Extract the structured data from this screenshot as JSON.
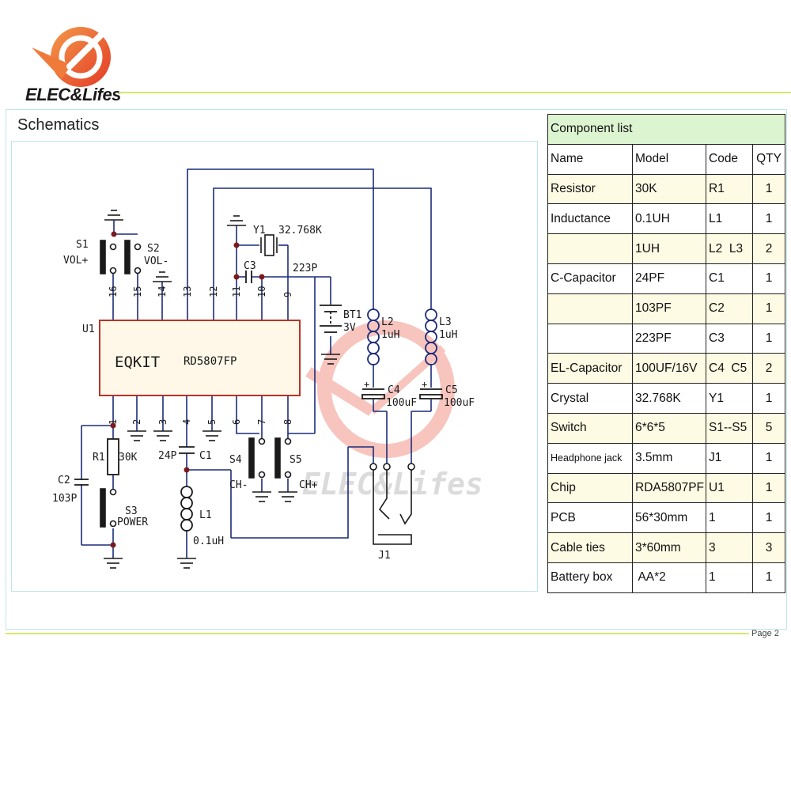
{
  "brand": {
    "name": "ELEC&Lifes",
    "watermark": "ELEC&Lifes"
  },
  "schematic": {
    "title": "Schematics",
    "chip": {
      "ref": "U1",
      "name": "EQKIT",
      "part": "RD5807FP"
    },
    "pins_top": [
      "16",
      "15",
      "14",
      "13",
      "12",
      "11",
      "10",
      "9"
    ],
    "pins_bottom": [
      "1",
      "2",
      "3",
      "4",
      "5",
      "6",
      "7",
      "8"
    ],
    "labels": {
      "s1": "S1",
      "vol_plus": "VOL+",
      "s2": "S2",
      "vol_minus": "VOL-",
      "y1": "Y1",
      "y1_val": "32.768K",
      "c3": "C3",
      "c3_val": "223P",
      "bt1": "BT1",
      "bt1_val": "3V",
      "l2": "L2",
      "l2_val": "1uH",
      "l3": "L3",
      "l3_val": "1uH",
      "c4": "C4",
      "c4_val": "100uF",
      "c5": "C5",
      "c5_val": "100uF",
      "r1": "R1",
      "r1_val": "30K",
      "c2": "C2",
      "c2_val": "103P",
      "s3": "S3",
      "power": "POWER",
      "c1_val": "24P",
      "c1": "C1",
      "l1": "L1",
      "l1_val": "0.1uH",
      "s4": "S4",
      "s5": "S5",
      "ch_minus": "CH-",
      "ch_plus": "CH+",
      "j1": "J1"
    }
  },
  "component_list": {
    "title": "Component list",
    "headers": [
      "Name",
      "Model",
      "Code",
      "QTY"
    ],
    "rows": [
      [
        "Resistor",
        "30K",
        "R1",
        "1"
      ],
      [
        "Inductance",
        "0.1UH",
        "L1",
        "1"
      ],
      [
        "",
        "1UH",
        "L2  L3",
        "2"
      ],
      [
        "C-Capacitor",
        "24PF",
        "C1",
        "1"
      ],
      [
        "",
        "103PF",
        "C2",
        "1"
      ],
      [
        "",
        "223PF",
        "C3",
        "1"
      ],
      [
        "EL-Capacitor",
        "100UF/16V",
        "C4  C5",
        "2"
      ],
      [
        "Crystal",
        "32.768K",
        "Y1",
        "1"
      ],
      [
        "Switch",
        "6*6*5",
        "S1--S5",
        "5"
      ],
      [
        "Headphone jack",
        "3.5mm",
        "J1",
        "1"
      ],
      [
        "Chip",
        "RDA5807PF",
        "U1",
        "1"
      ],
      [
        "PCB",
        "56*30mm",
        "1",
        "1"
      ],
      [
        "Cable ties",
        "3*60mm",
        "3",
        "3"
      ],
      [
        "Battery box",
        " AA*2",
        "1",
        "1"
      ]
    ]
  },
  "page": {
    "label": "Page 2"
  },
  "colors": {
    "wire": "#1c2c7a",
    "part": "#1a1a1a",
    "chip_fill": "#fff8e8",
    "chip_border": "#b7332a",
    "logo_red": "#e8402a",
    "logo_orange": "#f07a3a",
    "table_green": "#ddf4d0",
    "table_yellow": "#fdfbe3",
    "rule": "#d6e86c",
    "frame": "#bfe4ea"
  }
}
